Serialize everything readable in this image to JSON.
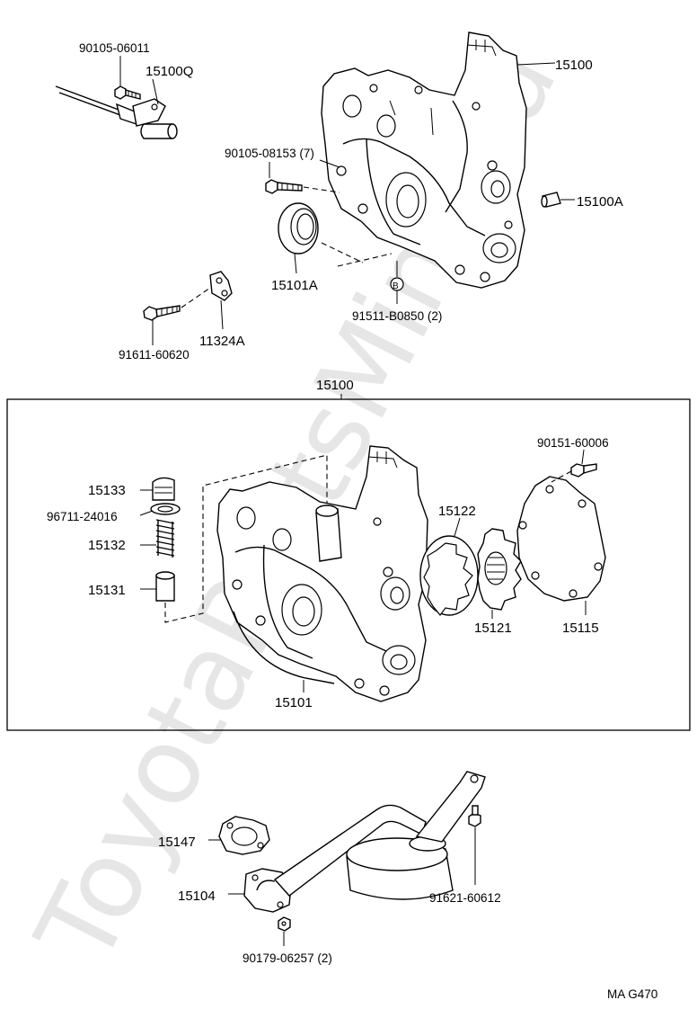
{
  "watermark": "ToyotaPartsMine.ru",
  "footer_code": "MA G470",
  "group_label": "15100",
  "labels": {
    "bolt_sensor": "90105-06011",
    "sensor": "15100Q",
    "cover_top": "15100",
    "bolt_cover": "90105-08153 (7)",
    "pin": "15100A",
    "oil_seal": "15101A",
    "marker_b": "B",
    "bolt_b": "91511-B0850 (2)",
    "bolt_bracket": "91611-60620",
    "bracket": "11324A",
    "bolt_plate": "90151-60006",
    "relief_plug": "15133",
    "gasket_plug": "96711-24016",
    "relief_spring": "15132",
    "relief_valve": "15131",
    "drive_rotor_outer": "15122",
    "driven_rotor": "15121",
    "pump_cover": "15115",
    "cover_gasket": "15101",
    "strainer_gasket": "15147",
    "strainer": "15104",
    "bolt_strainer": "91621-60612",
    "nut_strainer": "90179-06257 (2)"
  }
}
